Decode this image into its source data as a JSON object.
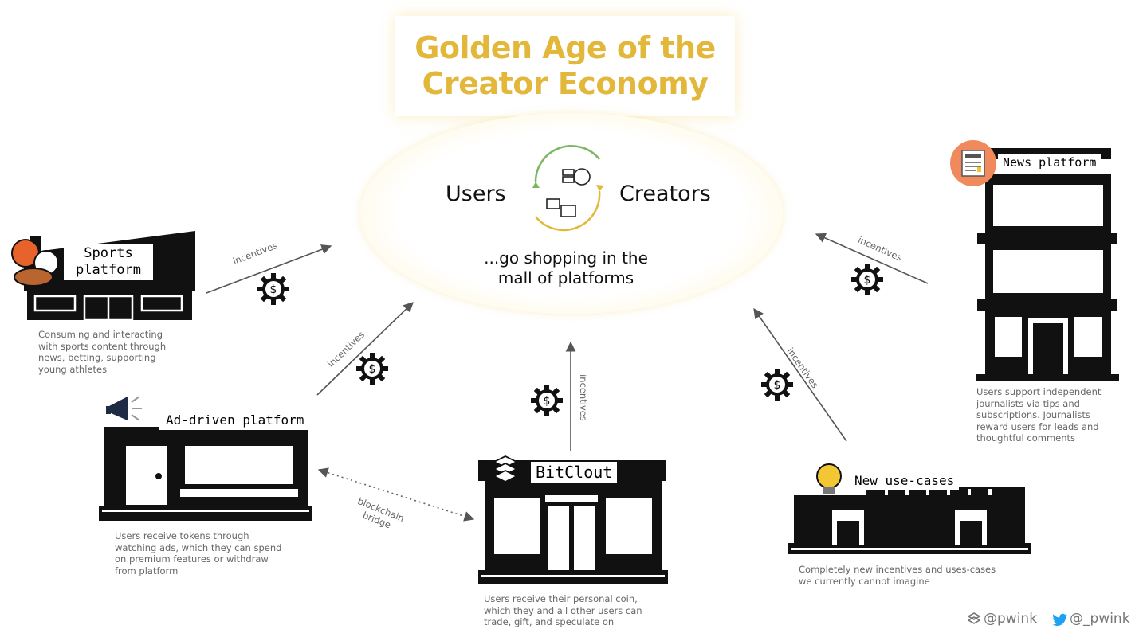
{
  "title": {
    "line1": "Golden Age of the",
    "line2": "Creator Economy"
  },
  "center": {
    "left": "Users",
    "right": "Creators",
    "subtitle_line1": "...go shopping in the",
    "subtitle_line2": "mall of platforms"
  },
  "arrow_label": "incentives",
  "bridge": {
    "line1": "blockchain",
    "line2": "bridge"
  },
  "platforms": {
    "sports": {
      "label_line1": "Sports",
      "label_line2": "platform",
      "desc": [
        "Consuming and interacting",
        "with sports content through",
        "news, betting, supporting",
        "young athletes"
      ]
    },
    "ad": {
      "label": "Ad-driven platform",
      "desc": [
        "Users receive tokens through",
        "watching ads, which they can spend",
        "on premium features or withdraw",
        "from platform"
      ]
    },
    "bitclout": {
      "label": "BitClout",
      "desc": [
        "Users receive their personal coin,",
        "which they and all other users can",
        "trade, gift, and speculate on"
      ]
    },
    "new": {
      "label": "New use-cases",
      "desc": [
        "Completely new incentives and uses-cases",
        "we currently cannot imagine"
      ]
    },
    "news": {
      "label": "News platform",
      "desc": [
        "Users support independent",
        "journalists via tips and",
        "subscriptions. Journalists",
        "reward users for leads and",
        "thoughtful comments"
      ]
    }
  },
  "footer": {
    "bitclout_handle": "@pwink",
    "twitter_handle": "@_pwink"
  },
  "colors": {
    "title": "#e2b73a",
    "ellipse_glow": "#fdeec0",
    "arrow": "#555555",
    "news_icon_bg": "#f08a5d",
    "twitter": "#1da1f2"
  }
}
